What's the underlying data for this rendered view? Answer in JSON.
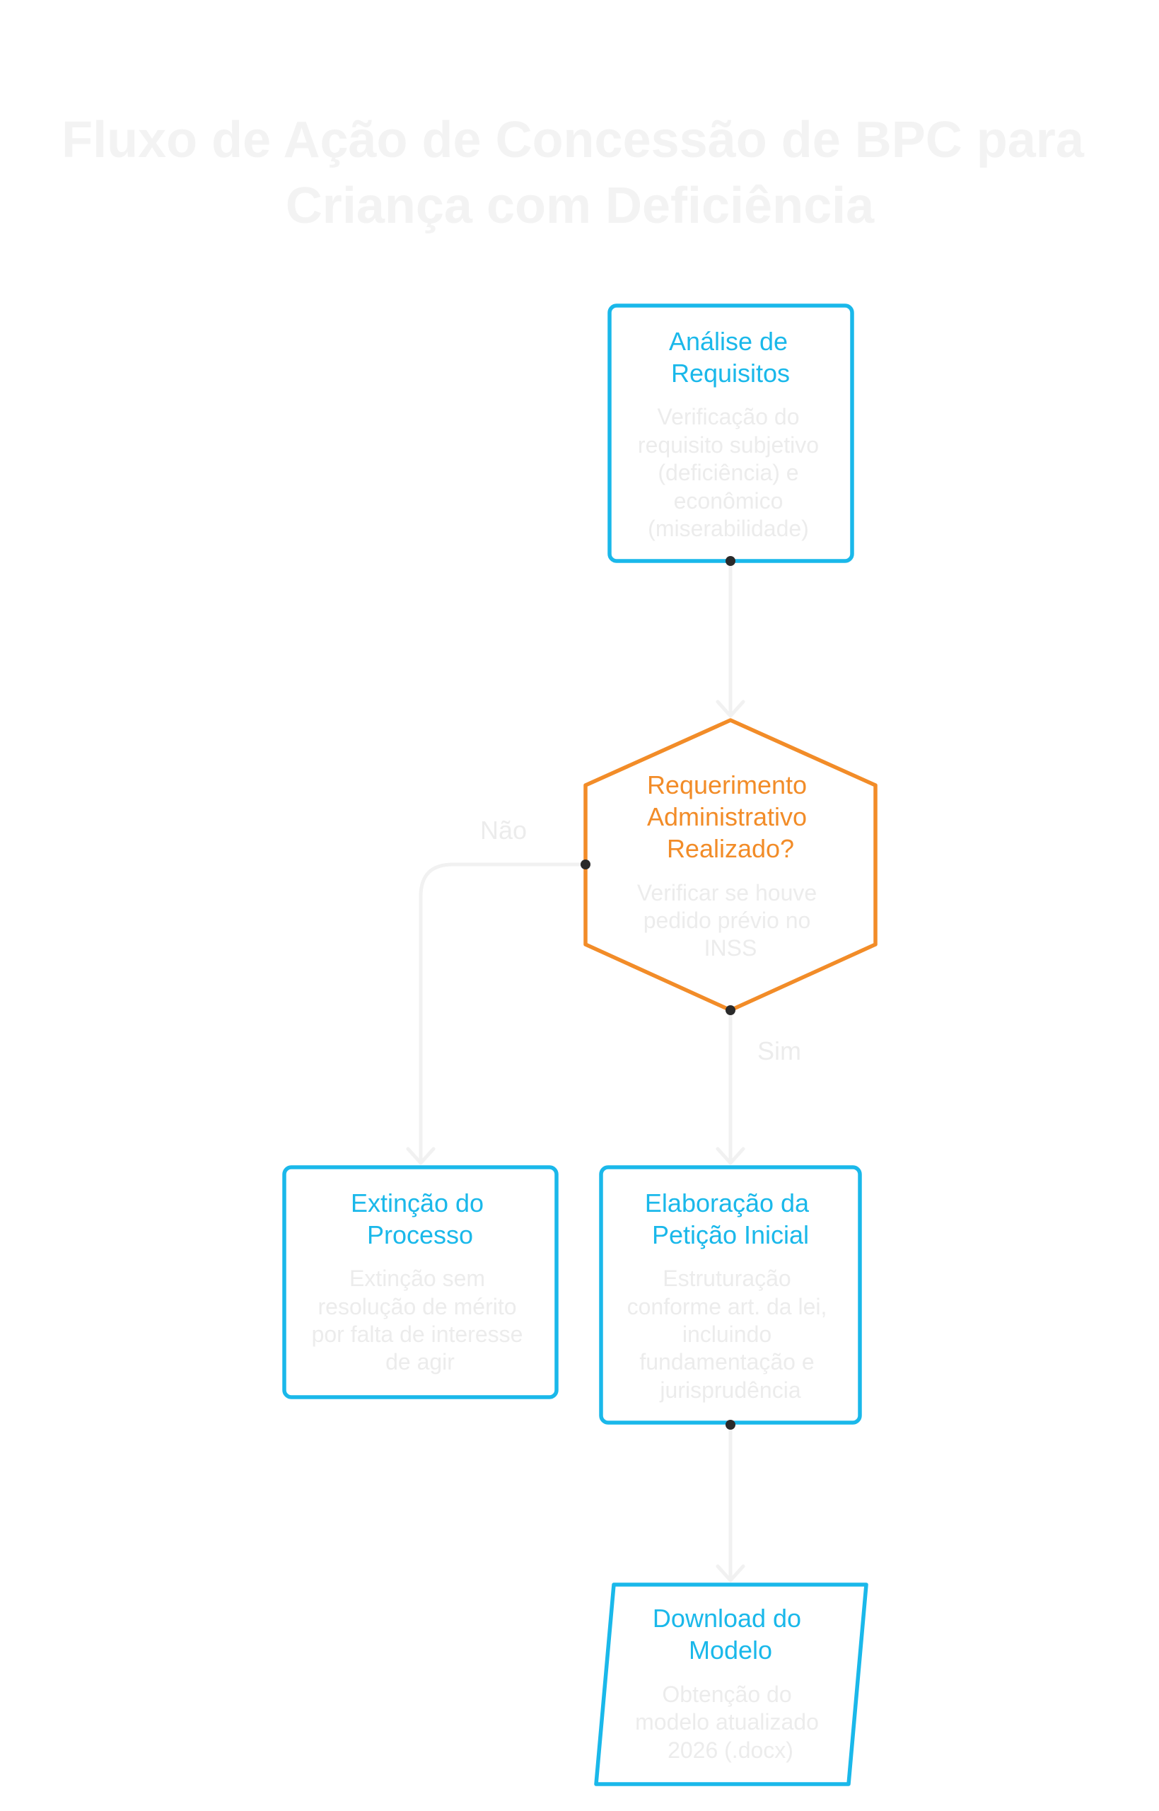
{
  "title": {
    "line1": "Fluxo de Ação de Concessão de BPC para",
    "line2": "Criança com Deficiência"
  },
  "colors": {
    "process": "#1ab8ea",
    "decision": "#f28c28",
    "muted_text": "#ececec",
    "edge": "#f1f1f1"
  },
  "nodes": {
    "analise": {
      "title": [
        "Análise de",
        "Requisitos"
      ],
      "description": [
        "Verificação do",
        "requisito subjetivo",
        "(deficiência) e",
        "econômico",
        "(miserabilidade)"
      ]
    },
    "requerimento": {
      "title": [
        "Requerimento",
        "Administrativo",
        "Realizado?"
      ],
      "description": [
        "Verificar se houve",
        "pedido prévio no",
        "INSS"
      ]
    },
    "extincao": {
      "title": [
        "Extinção do",
        "Processo"
      ],
      "description": [
        "Extinção sem",
        "resolução de mérito",
        "por falta de interesse",
        "de agir"
      ]
    },
    "elaboracao": {
      "title": [
        "Elaboração da",
        "Petição Inicial"
      ],
      "description": [
        "Estruturação",
        "conforme art. da lei,",
        "incluindo",
        "fundamentação e",
        "jurisprudência"
      ]
    },
    "download": {
      "title": [
        "Download do",
        "Modelo"
      ],
      "description": [
        "Obtenção do",
        "modelo atualizado",
        "2026 (.docx)"
      ]
    }
  },
  "edges": {
    "nao_label": "Não",
    "sim_label": "Sim"
  }
}
